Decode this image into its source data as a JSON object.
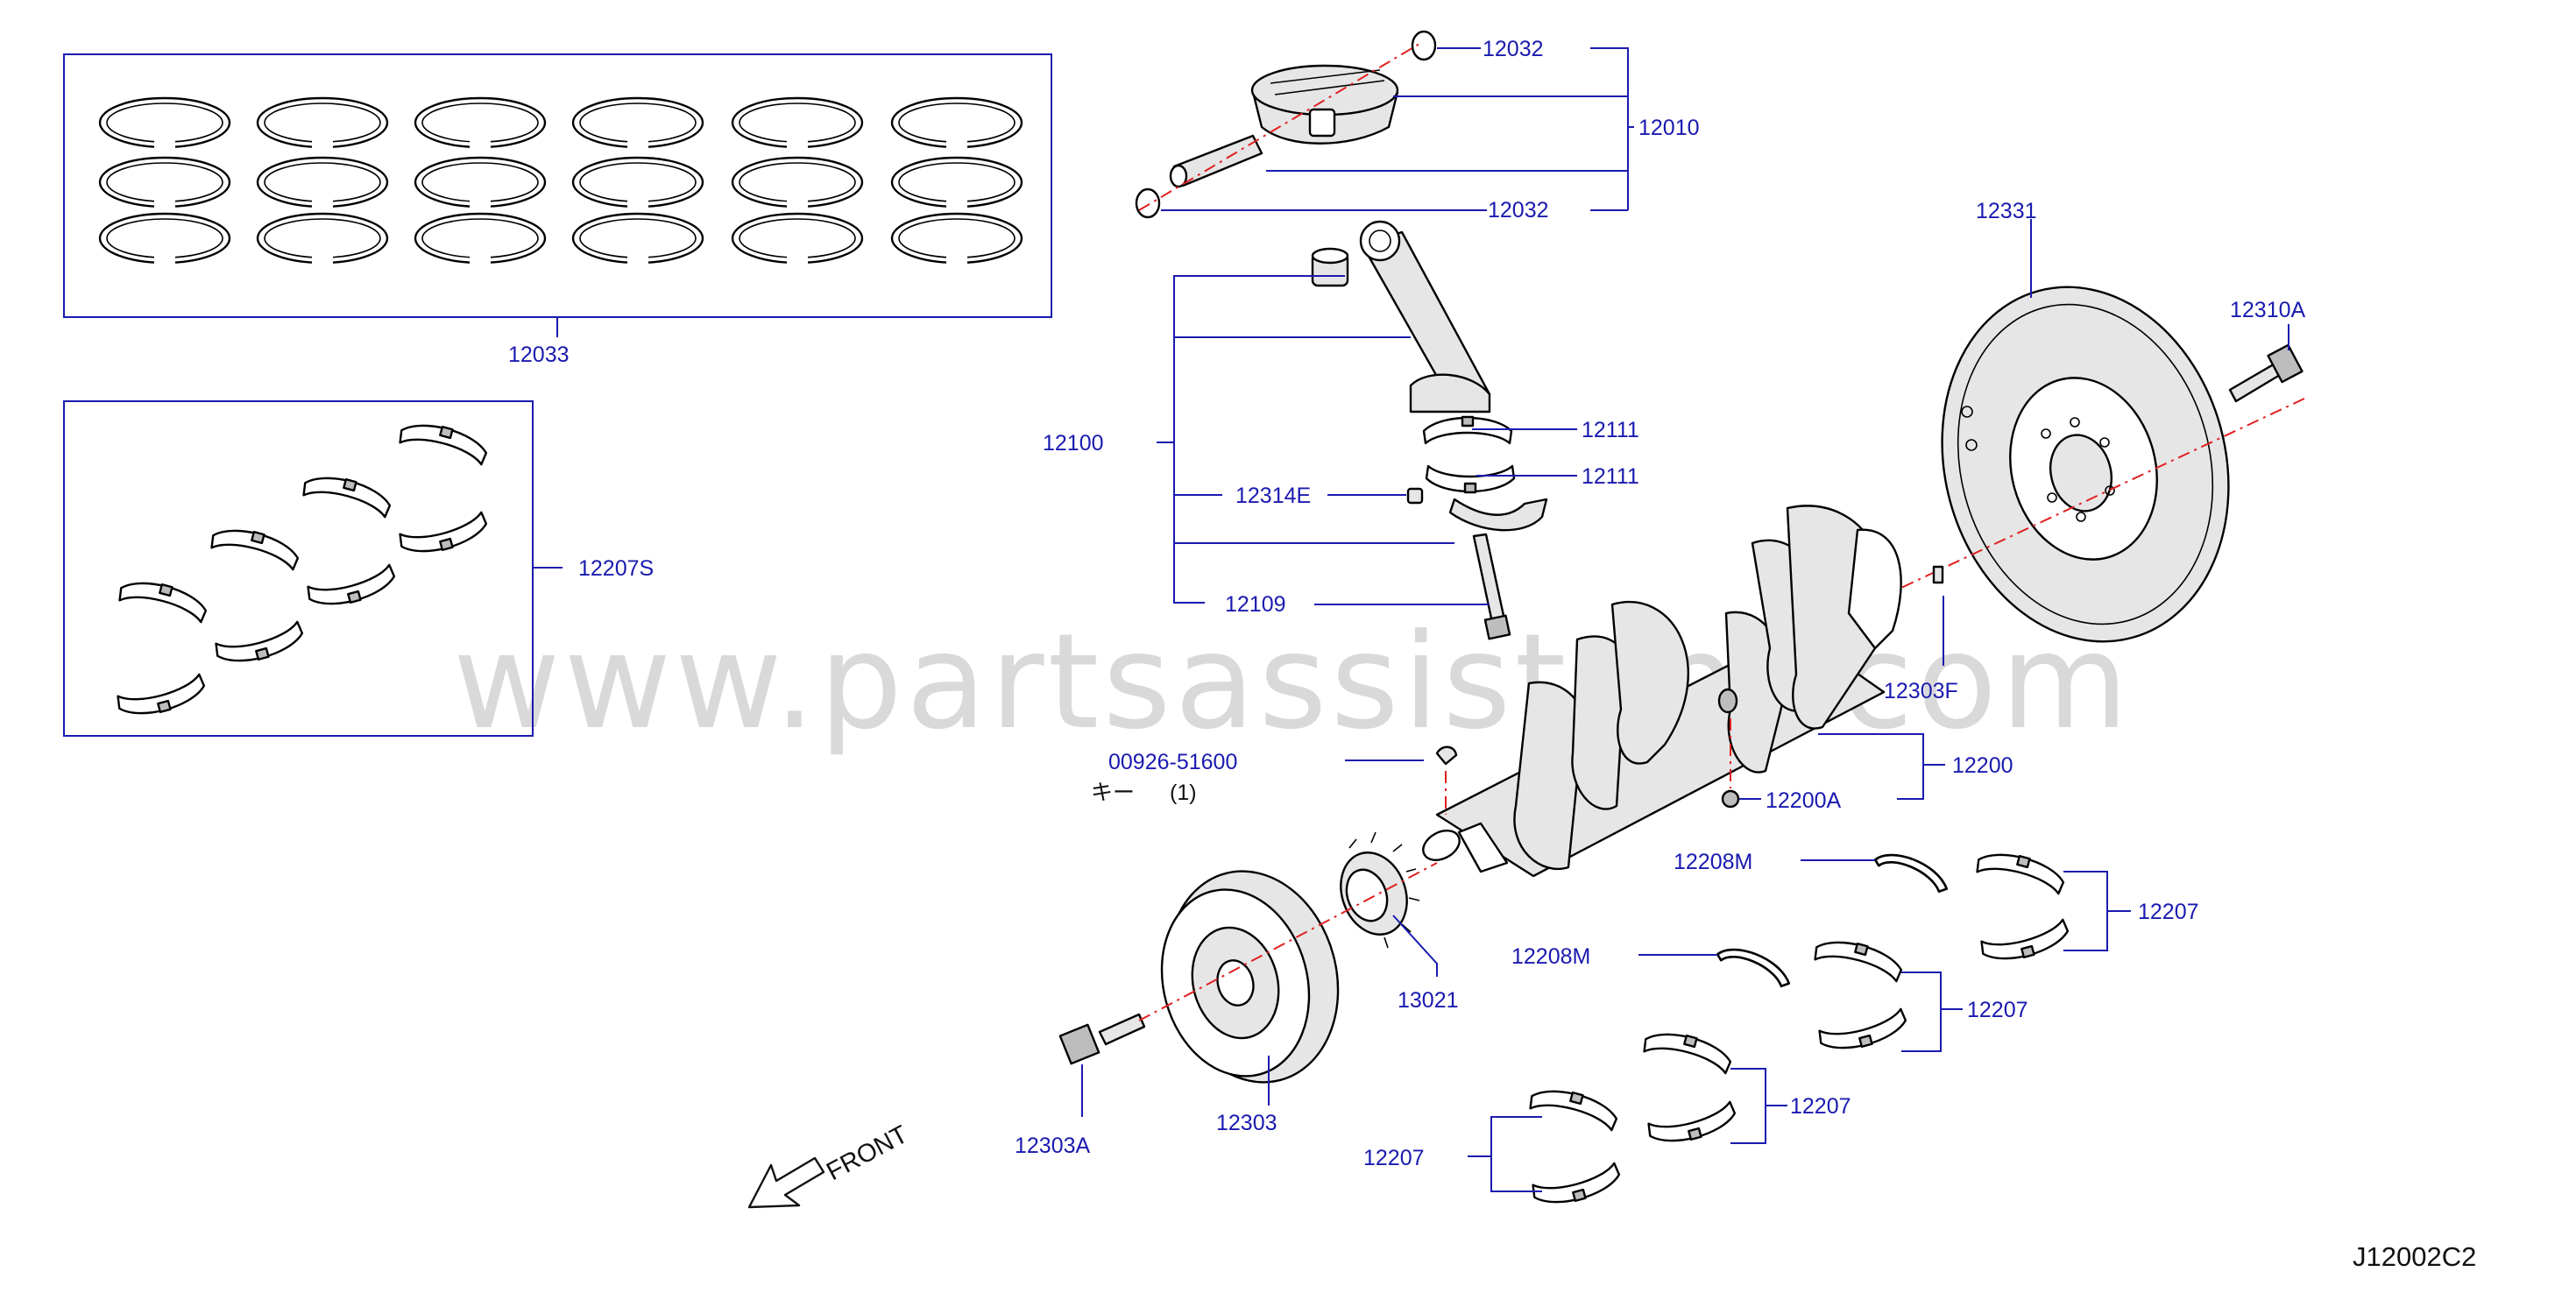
{
  "watermark": "www.partsassistant.com",
  "diagram_code": "J12002C2",
  "front_label": "FRONT",
  "key_note": {
    "jp": "キー",
    "qty": "(1)"
  },
  "labels": {
    "12032_top": "12032",
    "12010": "12010",
    "12032_bottom": "12032",
    "12033": "12033",
    "12207S": "12207S",
    "12331": "12331",
    "12310A": "12310A",
    "12100": "12100",
    "12111_a": "12111",
    "12111_b": "12111",
    "12314E": "12314E",
    "12109": "12109",
    "12303F": "12303F",
    "00926_51600": "00926-51600",
    "12200": "12200",
    "12200A": "12200A",
    "12208M_a": "12208M",
    "12208M_b": "12208M",
    "12207_a": "12207",
    "12207_b": "12207",
    "12207_c": "12207",
    "12207_d": "12207",
    "13021": "13021",
    "12303": "12303",
    "12303A": "12303A"
  },
  "colors": {
    "callout": "#1a1ab0",
    "centerline": "#e02020",
    "watermark": "#d9d9d9"
  }
}
